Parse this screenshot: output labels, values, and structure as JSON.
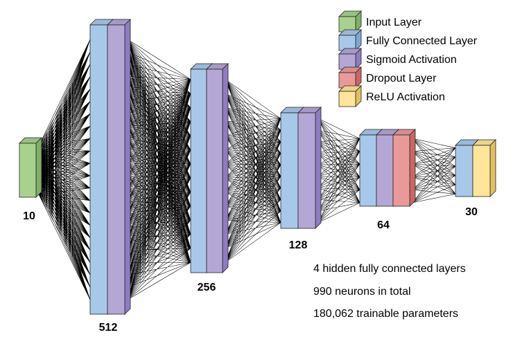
{
  "colors": {
    "input": {
      "front": "#a9d18e",
      "side": "#7fb069"
    },
    "fully_connected": {
      "front": "#a8c8ea",
      "side": "#7aa7d6"
    },
    "sigmoid": {
      "front": "#b4a7d6",
      "side": "#8e7cc3"
    },
    "dropout": {
      "front": "#ea9999",
      "side": "#cc6666"
    },
    "relu": {
      "front": "#ffe599",
      "side": "#e0c060"
    },
    "connection": "#000000"
  },
  "legend": {
    "items": [
      {
        "key": "input",
        "label": "Input Layer"
      },
      {
        "key": "fully_connected",
        "label": "Fully Connected Layer"
      },
      {
        "key": "sigmoid",
        "label": "Sigmoid Activation"
      },
      {
        "key": "dropout",
        "label": "Dropout Layer"
      },
      {
        "key": "relu",
        "label": "ReLU Activation"
      }
    ]
  },
  "layers": [
    {
      "label": "10",
      "blocks": [
        "input"
      ]
    },
    {
      "label": "512",
      "blocks": [
        "fully_connected",
        "sigmoid"
      ]
    },
    {
      "label": "256",
      "blocks": [
        "fully_connected",
        "sigmoid"
      ]
    },
    {
      "label": "128",
      "blocks": [
        "fully_connected",
        "sigmoid"
      ]
    },
    {
      "label": "64",
      "blocks": [
        "fully_connected",
        "sigmoid",
        "dropout"
      ]
    },
    {
      "label": "30",
      "blocks": [
        "fully_connected",
        "relu"
      ]
    }
  ],
  "info": {
    "lines": [
      "4 hidden fully connected layers",
      "990 neurons in total",
      "180,062 trainable parameters"
    ]
  }
}
